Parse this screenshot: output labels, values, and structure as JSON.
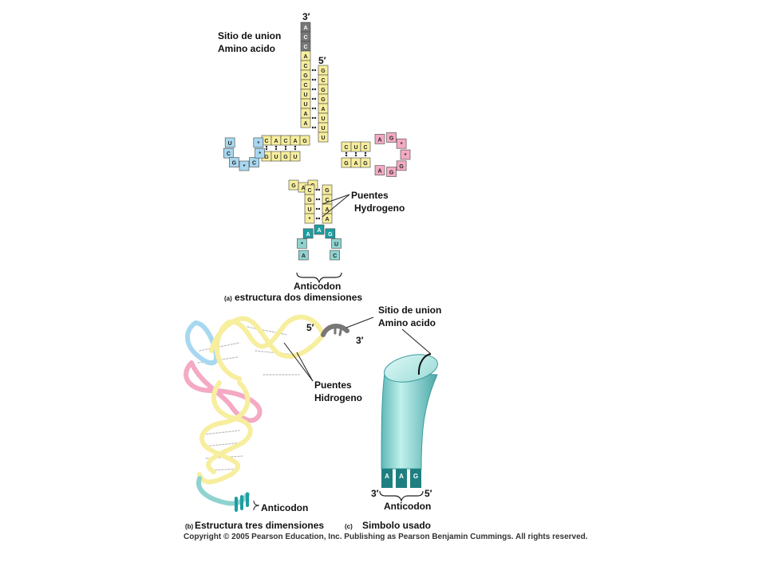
{
  "panel_a": {
    "tag": "(a)",
    "caption": "estructura  dos dimensiones",
    "three_prime": "3′",
    "five_prime": "5′",
    "amino_site_line1": "Sitio de union",
    "amino_site_line2": "Amino acido",
    "hbond_line1": "Puentes",
    "hbond_line2": "Hydrogeno",
    "anticodon_label": "Anticodon",
    "acceptor_3_end": [
      "A",
      "C",
      "C"
    ],
    "acceptor_3_stem": [
      "A",
      "C",
      "G",
      "C",
      "U",
      "U",
      "A",
      "A"
    ],
    "acceptor_5_stem": [
      "G",
      "C",
      "G",
      "G",
      "A",
      "U",
      "U",
      "U"
    ],
    "d_stem_top": [
      "C",
      "A",
      "C",
      "A",
      "G"
    ],
    "d_stem_bottom": [
      "G",
      "U",
      "G",
      "U"
    ],
    "d_loop": [
      "U",
      "C",
      "G",
      "*",
      "C",
      "*",
      "*"
    ],
    "t_stem_top": [
      "C",
      "U",
      "C"
    ],
    "t_stem_bottom": [
      "G",
      "A",
      "G"
    ],
    "t_loop": [
      "A",
      "G",
      "*",
      "*",
      "G",
      "G",
      "A"
    ],
    "variable_loop": [
      "G",
      "A",
      "G"
    ],
    "anticodon_stem_left": [
      "C",
      "G",
      "U",
      "*"
    ],
    "anticodon_stem_right": [
      "G",
      "C",
      "A",
      "A"
    ],
    "anticodon_loop": [
      "A",
      "*",
      "A",
      "A",
      "G",
      "U",
      "C"
    ]
  },
  "panel_b": {
    "tag": "(b)",
    "caption": "Estructura tres dimensiones",
    "five_prime": "5′",
    "three_prime": "3′",
    "hbond_line1": "Puentes",
    "hbond_line2": "Hidrogeno",
    "anticodon_label": "Anticodon"
  },
  "panel_c": {
    "tag": "(c)",
    "caption": "Simbolo usado",
    "amino_site_line1": "Sitio de union",
    "amino_site_line2": "Amino acido",
    "three_prime": "3′",
    "five_prime": "5′",
    "anticodon_bases": [
      "A",
      "A",
      "G"
    ],
    "anticodon_label": "Anticodon"
  },
  "copyright": "Copyright © 2005 Pearson Education, Inc. Publishing as Pearson Benjamin Cummings. All rights reserved.",
  "colors": {
    "stem_yellow": "#f7ee9e",
    "d_loop_blue": "#a8d8f0",
    "t_loop_pink": "#f4a9c4",
    "anticodon_teal": "#1e9ea0",
    "anticodon_light": "#8fd3d0",
    "end_gray": "#777777"
  }
}
